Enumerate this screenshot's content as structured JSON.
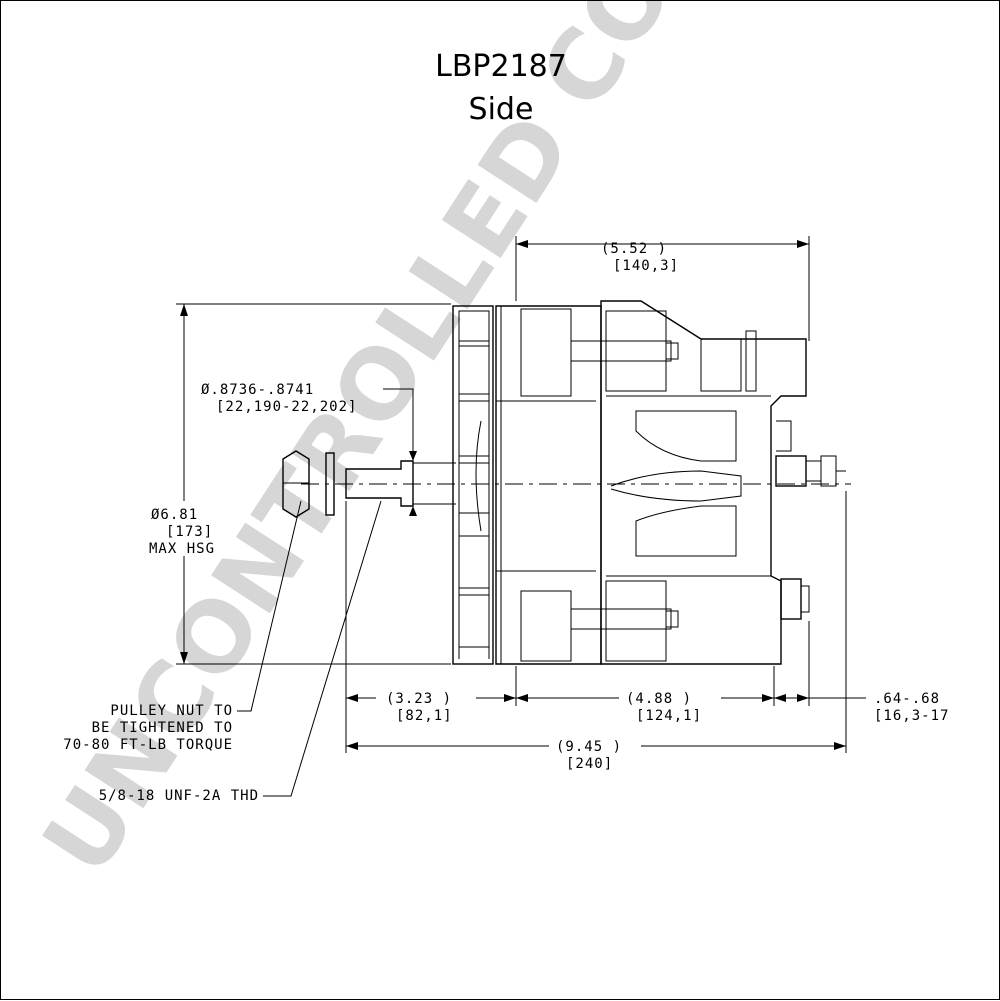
{
  "title": "LBP2187",
  "subtitle": "Side",
  "watermark": "UNCONTROLLED COPY",
  "dimensions": {
    "overall_top": "(5.52    )",
    "overall_top_mm": "[140,3]",
    "shaft_dia": "Ø.8736-.8741",
    "shaft_dia_mm": "[22,190-22,202]",
    "housing_dia": "Ø6.81",
    "housing_dia_mm": "[173]",
    "housing_note": "MAX HSG",
    "shaft_len": "(3.23    )",
    "shaft_len_mm": "[82,1]",
    "body_len": "(4.88    )",
    "body_len_mm": "[124,1]",
    "stud_len": ".64-.68",
    "stud_len_mm": "[16,3-17",
    "total_len": "(9.45 )",
    "total_len_mm": "[240]"
  },
  "notes": {
    "pulley_line1": "PULLEY NUT TO",
    "pulley_line2": "BE TIGHTENED TO",
    "pulley_line3": "70-80 FT-LB TORQUE",
    "thread": "5/8-18 UNF-2A THD"
  }
}
